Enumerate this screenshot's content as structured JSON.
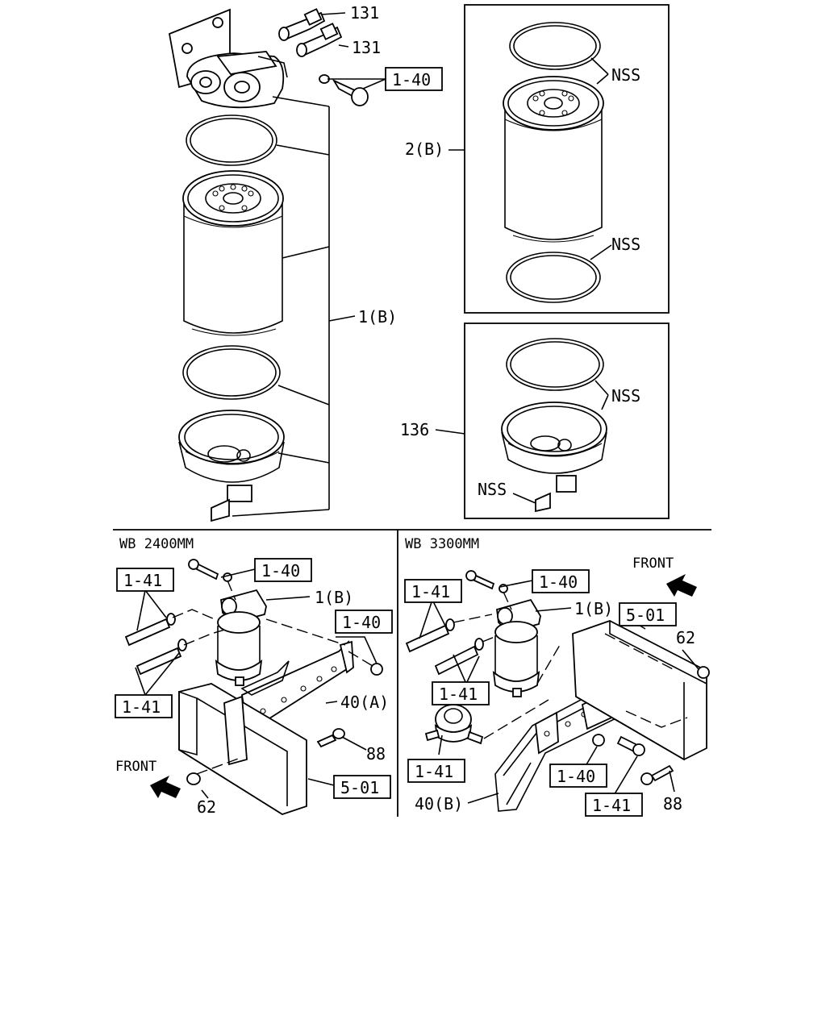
{
  "upper": {
    "top_callouts": {
      "fitting_a": "131",
      "fitting_b": "131",
      "bolt_ref": "1-40",
      "assembly": "1(B)"
    },
    "element_box": {
      "ref": "2(B)",
      "nss_top": "NSS",
      "nss_bottom": "NSS"
    },
    "bowl_box": {
      "ref": "136",
      "nss_ring": "NSS",
      "nss_drain": "NSS"
    }
  },
  "left_panel": {
    "header": "WB 2400MM",
    "labels": {
      "hose_upper_ref": "1-41",
      "bolt_ref": "1-40",
      "filter": "1(B)",
      "nut_ref": "1-40",
      "hose_lower_ref": "1-41",
      "bracket": "40(A)",
      "bolt": "88",
      "frame_ref": "5-01",
      "front": "FRONT",
      "nut": "62"
    }
  },
  "right_panel": {
    "header": "WB 3300MM",
    "labels": {
      "front": "FRONT",
      "hose_upper_ref": "1-41",
      "bolt_ref": "1-40",
      "filter": "1(B)",
      "frame_ref": "5-01",
      "nut": "62",
      "hose_lower_ref": "1-41",
      "pump_ref": "1-41",
      "bracket": "40(B)",
      "nut_ref": "1-40",
      "bolt_ref2": "1-41",
      "bolt": "88"
    }
  }
}
